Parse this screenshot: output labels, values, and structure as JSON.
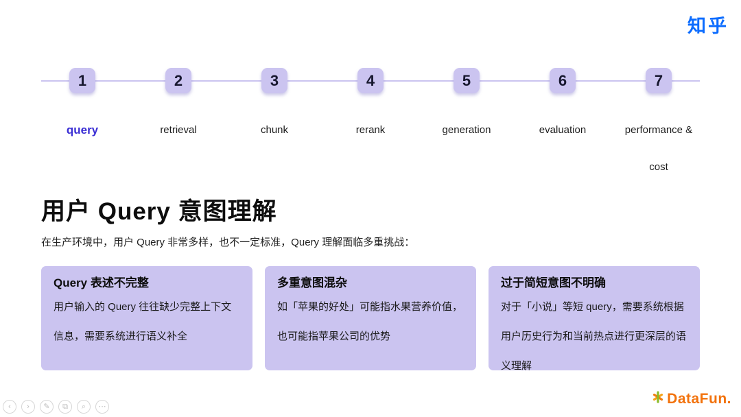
{
  "brand": {
    "zhihu_logo": "知乎"
  },
  "timeline": {
    "steps": [
      {
        "num": "1",
        "label": "query",
        "active": true
      },
      {
        "num": "2",
        "label": "retrieval",
        "active": false
      },
      {
        "num": "3",
        "label": "chunk",
        "active": false
      },
      {
        "num": "4",
        "label": "rerank",
        "active": false
      },
      {
        "num": "5",
        "label": "generation",
        "active": false
      },
      {
        "num": "6",
        "label": "evaluation",
        "active": false
      },
      {
        "num": "7",
        "label": "performance & cost",
        "active": false
      }
    ]
  },
  "content": {
    "title": "用户 Query 意图理解",
    "subtitle": "在生产环境中，用户 Query 非常多样，也不一定标准，Query 理解面临多重挑战：",
    "cards": [
      {
        "title": "Query 表述不完整",
        "body": "用户输入的 Query 往往缺少完整上下文信息，需要系统进行语义补全"
      },
      {
        "title": "多重意图混杂",
        "body": "如「苹果的好处」可能指水果营养价值，也可能指苹果公司的优势"
      },
      {
        "title": "过于简短意图不明确",
        "body": "对于「小说」等短 query，需要系统根据用户历史行为和当前热点进行更深层的语义理解"
      }
    ]
  },
  "controls": [
    {
      "name": "prev-slide-button",
      "icon": "chevron-left-icon",
      "glyph": "‹"
    },
    {
      "name": "next-slide-button",
      "icon": "chevron-right-icon",
      "glyph": "›"
    },
    {
      "name": "pen-tool-button",
      "icon": "pen-icon",
      "glyph": "✎"
    },
    {
      "name": "frame-tool-button",
      "icon": "frame-icon",
      "glyph": "⧉"
    },
    {
      "name": "zoom-tool-button",
      "icon": "magnifier-icon",
      "glyph": "⌕"
    },
    {
      "name": "more-options-button",
      "icon": "ellipsis-icon",
      "glyph": "⋯"
    }
  ],
  "footer": {
    "datafun_logo": "DataFun."
  },
  "colors": {
    "zhihu_blue": "#0b6cff",
    "lavender": "#cbc4f0",
    "active_step": "#3b2fd4",
    "datafun_orange": "#f2720c"
  }
}
